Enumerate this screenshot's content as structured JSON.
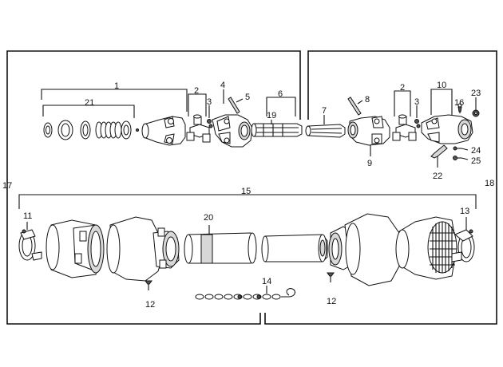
{
  "callouts": {
    "c1": "1",
    "c2a": "2",
    "c3a": "3",
    "c4": "4",
    "c5": "5",
    "c6": "6",
    "c7": "7",
    "c8": "8",
    "c9": "9",
    "c2b": "2",
    "c3b": "3",
    "c10": "10",
    "c16": "16",
    "c23": "23",
    "c24": "24",
    "c25": "25",
    "c22": "22",
    "c19": "19",
    "c21": "21",
    "c17": "17",
    "c18": "18",
    "c15": "15",
    "c11": "11",
    "c20": "20",
    "c13": "13",
    "c12a": "12",
    "c14": "14",
    "c12b": "12"
  },
  "colors": {
    "line": "#111111",
    "part_fill": "#ffffff",
    "shade": "#d8d8d8",
    "dark": "#555555"
  }
}
